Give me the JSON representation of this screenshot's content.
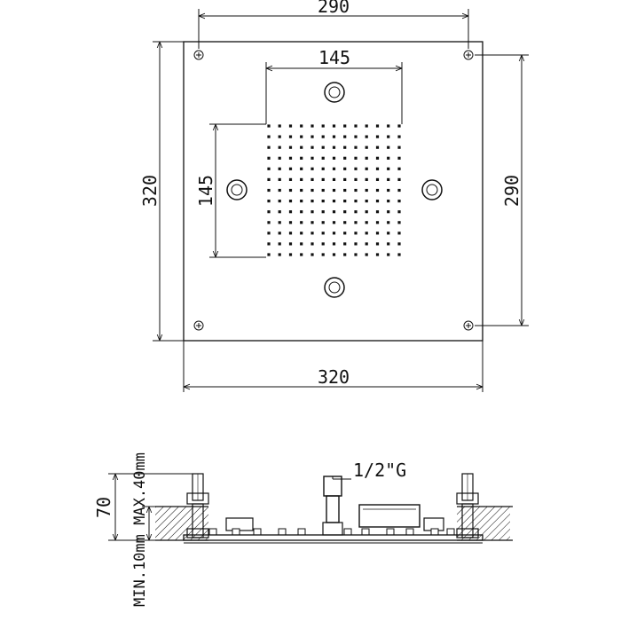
{
  "top_view": {
    "dims": {
      "top_outer_width": "290",
      "inner_width": "145",
      "left_outer_height": "320",
      "inner_height": "145",
      "right_outer_height": "290",
      "bottom_width": "320"
    },
    "nozzle_grid": {
      "rows": 13,
      "cols": 13
    }
  },
  "side_view": {
    "labels": {
      "height": "70",
      "thickness_range": "MIN.10mm MAX.40mm",
      "pipe_thread": "1/2\"G"
    }
  }
}
